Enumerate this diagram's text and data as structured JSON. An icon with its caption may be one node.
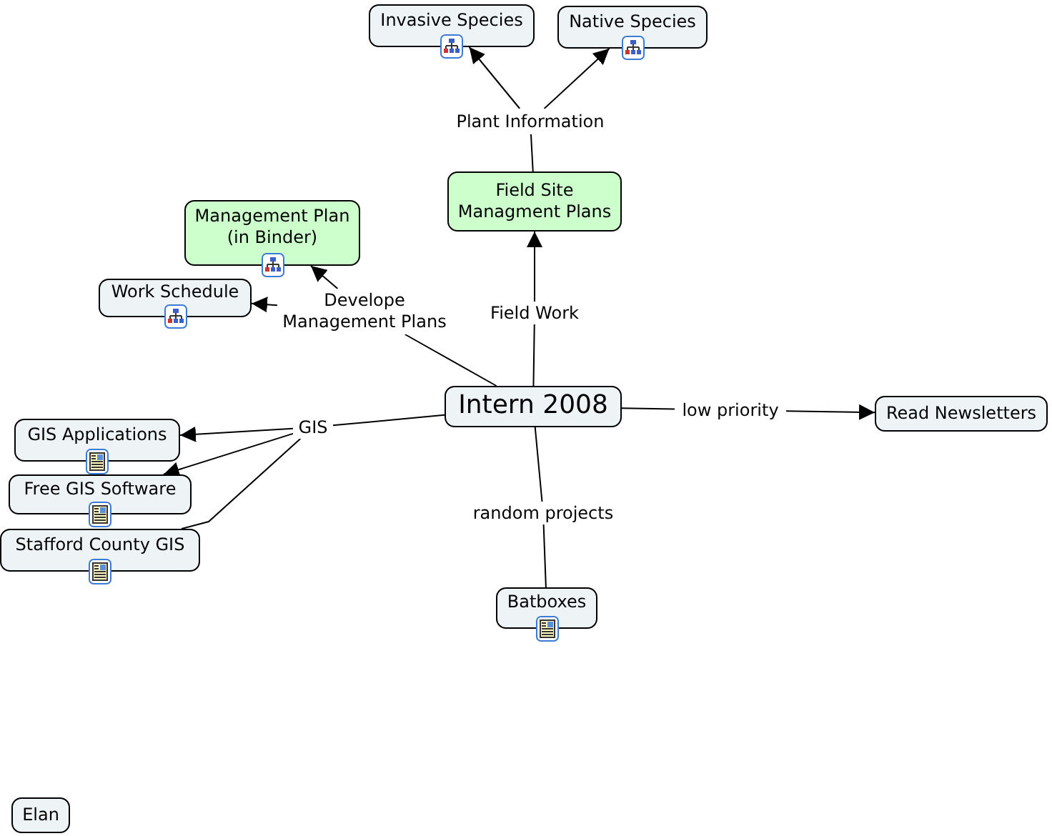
{
  "diagram": {
    "nodes": [
      {
        "text": [
          "Invasive Species"
        ]
      },
      {
        "text": [
          "Native Species"
        ]
      },
      {
        "text": [
          "Plant Information"
        ]
      },
      {
        "text": [
          "Management Plan (in Binder)"
        ]
      },
      {
        "text": [
          "Field Site Managment Plans"
        ]
      },
      {
        "text": [
          "Work Schedule"
        ]
      },
      {
        "text": [
          "Develope Management Plans"
        ]
      },
      {
        "text": [
          "Field Work"
        ]
      },
      {
        "text": [
          "Intern 2008"
        ]
      },
      {
        "text": [
          "GIS"
        ]
      },
      {
        "text": [
          "low priority"
        ]
      },
      {
        "text": [
          "Read Newsletters"
        ]
      },
      {
        "text": [
          "GIS Applications"
        ]
      },
      {
        "text": [
          "Free GIS Software"
        ]
      },
      {
        "text": [
          "Stafford County GIS"
        ]
      },
      {
        "text": [
          "random projects"
        ]
      },
      {
        "text": [
          "Batboxes"
        ]
      },
      {
        "text": [
          "Elan"
        ]
      }
    ],
    "edges": [
      {
        "from": 8,
        "to": 7,
        "arrow": "none"
      },
      {
        "from": 7,
        "to": 4,
        "arrow": "to"
      },
      {
        "from": 4,
        "to": 2,
        "arrow": "none"
      },
      {
        "from": 2,
        "to": 0,
        "arrow": "to"
      },
      {
        "from": 2,
        "to": 1,
        "arrow": "to"
      },
      {
        "from": 8,
        "to": 6,
        "arrow": "none"
      },
      {
        "from": 6,
        "to": 3,
        "arrow": "to"
      },
      {
        "from": 6,
        "to": 5,
        "arrow": "to"
      },
      {
        "from": 8,
        "to": 9,
        "arrow": "none"
      },
      {
        "from": 9,
        "to": 12,
        "arrow": "to"
      },
      {
        "from": 9,
        "to": 13,
        "arrow": "to"
      },
      {
        "from": 9,
        "to": 14,
        "arrow": "none"
      },
      {
        "from": 8,
        "to": 10,
        "arrow": "none"
      },
      {
        "from": 10,
        "to": 11,
        "arrow": "to"
      },
      {
        "from": 8,
        "to": 15,
        "arrow": "none"
      },
      {
        "from": 15,
        "to": 16,
        "arrow": "none"
      }
    ]
  }
}
